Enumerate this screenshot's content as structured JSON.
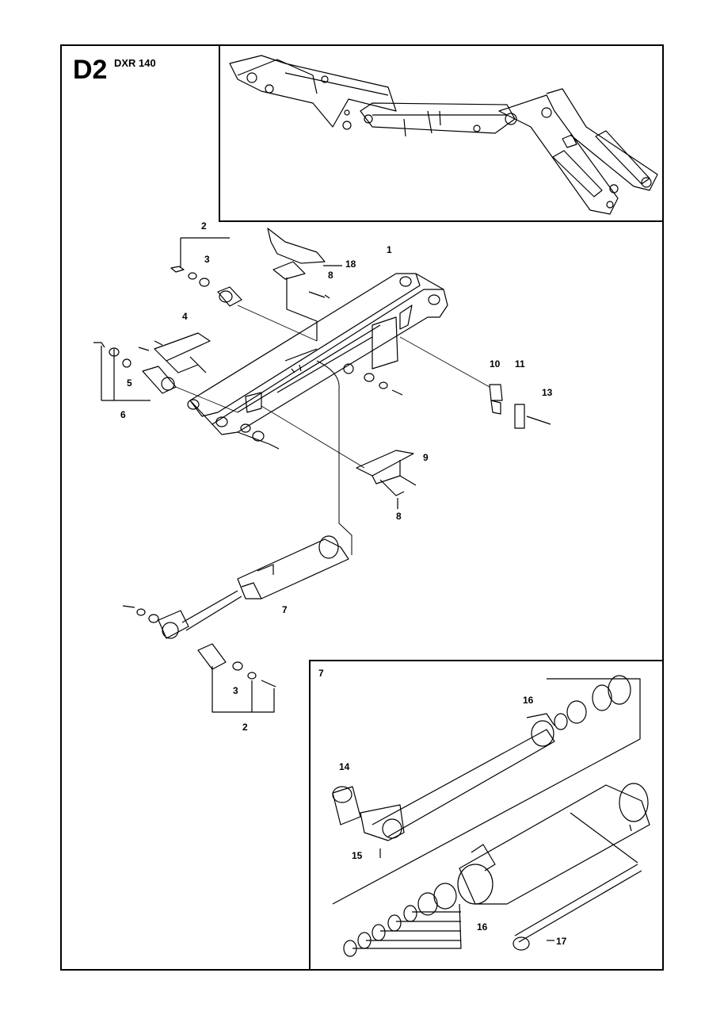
{
  "page": {
    "section_code": "D2",
    "model": "DXR 140"
  },
  "inset_label": "7",
  "callouts": {
    "c1": "1",
    "c2a": "2",
    "c3a": "3",
    "c4": "4",
    "c5": "5",
    "c6": "6",
    "c7": "7",
    "c8a": "8",
    "c8b": "8",
    "c9": "9",
    "c10": "10",
    "c11": "11",
    "c13": "13",
    "c18": "18",
    "c3b": "3",
    "c2b": "2",
    "c14": "14",
    "c15": "15",
    "c16a": "16",
    "c16b": "16",
    "c17": "17"
  },
  "colors": {
    "ink": "#000000",
    "paper": "#ffffff"
  }
}
